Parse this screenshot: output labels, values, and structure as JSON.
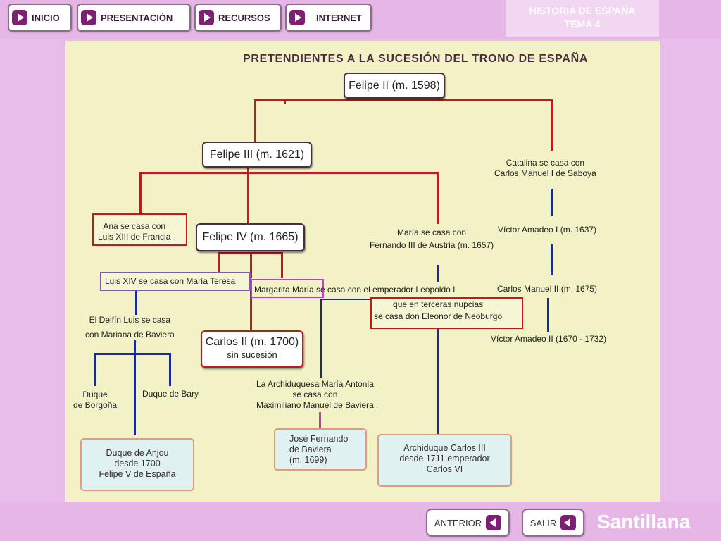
{
  "nav": {
    "inicio": "INICIO",
    "presentacion": "PRESENTACIÓN",
    "recursos": "RECURSOS",
    "internet": "INTERNET"
  },
  "title": {
    "line1": "HISTORIA DE ESPAÑA",
    "line2": "TEMA 4"
  },
  "slide": {
    "heading": "PRETENDIENTES A LA SUCESIÓN DEL TRONO DE ESPAÑA",
    "felipe2": "Felipe II (m. 1598)",
    "catalina": [
      "Catalina se casa con",
      "Carlos Manuel I de Saboya"
    ],
    "felipe3": "Felipe III (m. 1621)",
    "ana": [
      "Ana se casa con",
      "Luis XIII de Francia"
    ],
    "felipe4": "Felipe IV  (m. 1665)",
    "maria": [
      "María se casa con",
      "Fernando III de Austria (m. 1657)"
    ],
    "victor1": "Víctor Amadeo I (m. 1637)",
    "luis14": "Luis XIV se casa con María Teresa",
    "margarita": "Margarita María se casa con el emperador Leopoldo I",
    "carlos_manuel2": "Carlos Manuel II (m. 1675)",
    "neoburgo": [
      "que en terceras nupcias",
      "se casa don Eleonor de Neoburgo"
    ],
    "delfin": [
      "El Delfín Luis se casa",
      "con Mariana de Baviera"
    ],
    "carlos2": [
      "Carlos II (m. 1700)",
      "sin sucesión"
    ],
    "victor2": "Víctor Amadeo II (1670 - 1732)",
    "borgona": [
      "Duque",
      "de Borgoña"
    ],
    "bary": "Duque de Bary",
    "archiduquesa": [
      "La Archiduquesa María Antonia",
      "se casa con",
      "Maximiliano Manuel de Baviera"
    ],
    "anjou": [
      "Duque de Anjou",
      "desde 1700",
      "Felipe V de España"
    ],
    "jose": [
      "José Fernando",
      "de Baviera",
      "(m. 1699)"
    ],
    "archiduque": [
      "Archiduque Carlos III",
      "desde 1711 emperador",
      "Carlos VI"
    ]
  },
  "footer": {
    "anterior": "ANTERIOR",
    "salir": "SALIR",
    "brand": "Santillana"
  },
  "colors": {
    "bar": "#e6b7e6",
    "slide_bg": "#f3f2c6",
    "red_line": "#c3191c",
    "blue_line": "#1d2b8c",
    "button_icon": "#7d1f73"
  },
  "icons": {
    "nav": "play-icon",
    "footer": "back-icon"
  }
}
